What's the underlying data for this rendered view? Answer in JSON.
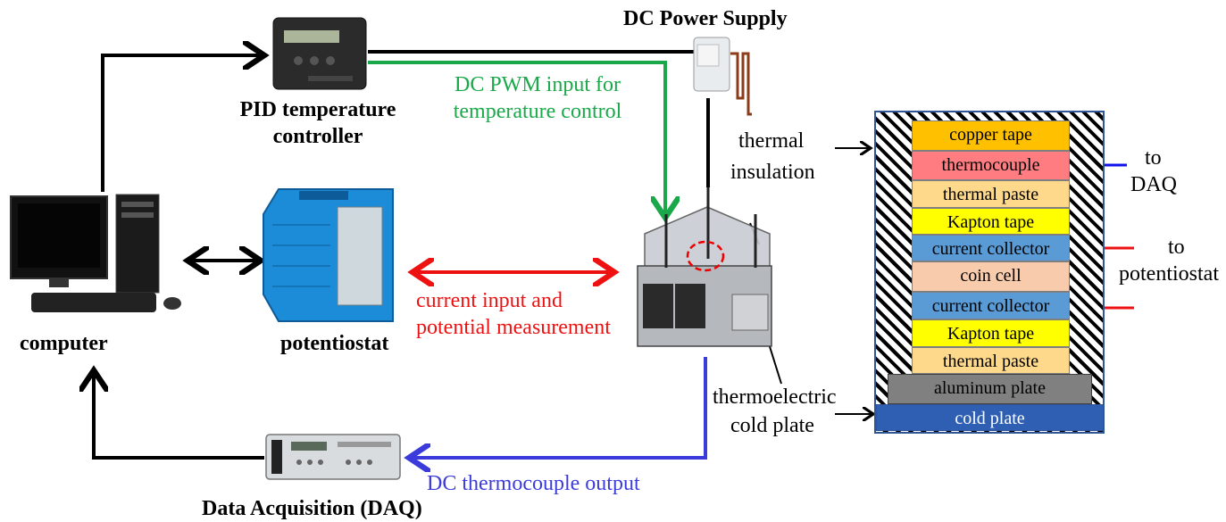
{
  "labels": {
    "power_supply": "DC Power Supply",
    "pid_line1": "PID temperature",
    "pid_line2": "controller",
    "pwm_line1": "DC PWM input for",
    "pwm_line2": "temperature control",
    "computer": "computer",
    "potentiostat": "potentiostat",
    "current_line1": "current input and",
    "current_line2": "potential measurement",
    "insulation_line1": "thermal",
    "insulation_line2": "insulation",
    "thermoelectric_line1": "thermoelectric",
    "thermoelectric_line2": "cold plate",
    "thermocouple_output": "DC thermocouple output",
    "daq": "Data Acquisition (DAQ)",
    "to_daq_line1": "to",
    "to_daq_line2": "DAQ",
    "to_pot_line1": "to",
    "to_pot_line2": "potentiostat"
  },
  "stack_layers": [
    {
      "label": "copper tape",
      "color": "#ffc000"
    },
    {
      "label": "thermocouple",
      "color": "#ff7c80"
    },
    {
      "label": "thermal paste",
      "color": "#ffd98b"
    },
    {
      "label": "Kapton tape",
      "color": "#ffff00"
    },
    {
      "label": "current collector",
      "color": "#5b9bd5"
    },
    {
      "label": "coin cell",
      "color": "#f8cbad"
    },
    {
      "label": "current collector",
      "color": "#5b9bd5"
    },
    {
      "label": "Kapton tape",
      "color": "#ffff00"
    },
    {
      "label": "thermal paste",
      "color": "#ffd98b"
    },
    {
      "label": "aluminum plate",
      "color": "#808080"
    },
    {
      "label": "cold plate",
      "color": "#2f5fb3"
    }
  ],
  "colors": {
    "pwm_line": "#1aa84a",
    "current_line": "#ee1111",
    "thermocouple_line": "#3b3bdb",
    "data_line": "#000000"
  },
  "icons": [
    "pid-controller-icon",
    "power-supply-icon",
    "computer-icon",
    "potentiostat-icon",
    "test-fixture-icon",
    "daq-instrument-icon"
  ]
}
